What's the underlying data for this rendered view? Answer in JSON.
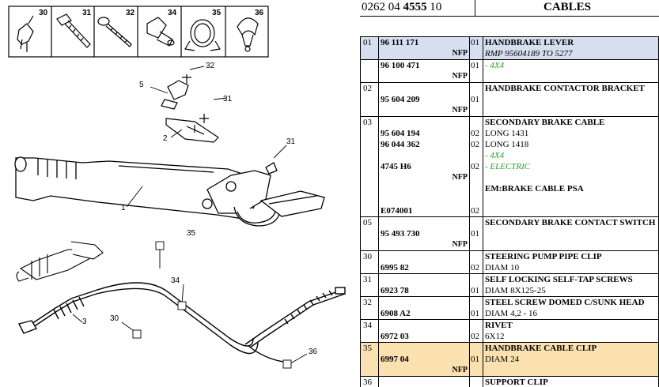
{
  "header": {
    "ref_prefix": "0262 04 ",
    "ref_bold": "4555",
    "ref_suffix": " 10",
    "title": "CABLES"
  },
  "diagram": {
    "icon_labels": [
      "30",
      "31",
      "32",
      "34",
      "35",
      "36"
    ],
    "callouts": {
      "c1": "1",
      "c2": "2",
      "c3": "3",
      "c5": "5",
      "c30": "30",
      "c31a": "31",
      "c31b": "31",
      "c32": "32",
      "c34": "34",
      "c35": "35",
      "c36": "36"
    }
  },
  "rows": [
    {
      "group": "01",
      "lines": [
        {
          "pn": "96 111 171",
          "q": "01",
          "d": "HANDBRAKE LEVER",
          "s": "b"
        },
        {
          "nfp": "NFP",
          "d": "RMP 95604189 TO 5277",
          "s": "i"
        }
      ]
    },
    {
      "group": "",
      "lines": [
        {
          "pn": "96 100 471",
          "q": "01",
          "d": "- 4X4",
          "s": "g"
        },
        {
          "nfp": "NFP"
        }
      ]
    },
    {
      "group": "02",
      "lines": [
        {
          "d": "HANDBRAKE CONTACTOR BRACKET",
          "s": "b"
        },
        {
          "pn": "95 604 209",
          "q": "01"
        },
        {
          "nfp": "NFP"
        }
      ]
    },
    {
      "group": "03",
      "lines": [
        {
          "d": "SECONDARY BRAKE CABLE",
          "s": "b"
        },
        {
          "pn": "95 604 194",
          "q": "02",
          "d": "LONG 1431"
        },
        {
          "pn": "96 044 362",
          "q": "02",
          "d": "LONG 1418"
        },
        {
          "d": "- 4X4",
          "s": "g"
        },
        {
          "pn": "4745 H6",
          "q": "02",
          "d": "- ELECTRIC",
          "s": "g"
        },
        {
          "nfp": "NFP"
        },
        {
          "d": "EM:BRAKE CABLE PSA",
          "s": "b"
        },
        {},
        {
          "pn": "E074001",
          "q": "02"
        }
      ]
    },
    {
      "group": "05",
      "lines": [
        {
          "d": "SECONDARY BRAKE CONTACT SWITCH",
          "s": "b"
        },
        {
          "pn": "95 493 730",
          "q": "01"
        },
        {
          "nfp": "NFP"
        }
      ]
    },
    {
      "group": "30",
      "lines": [
        {
          "d": "STEERING PUMP PIPE CLIP",
          "s": "b"
        },
        {
          "pn": "6995 82",
          "q": "02",
          "d": "DIAM 10"
        }
      ]
    },
    {
      "group": "31",
      "lines": [
        {
          "d": "SELF LOCKING SELF-TAP SCREWS",
          "s": "b"
        },
        {
          "pn": "6923 78",
          "q": "01",
          "d": "DIAM 8X125-25"
        }
      ]
    },
    {
      "group": "32",
      "lines": [
        {
          "d": "STEEL SCREW DOMED C/SUNK HEAD",
          "s": "b"
        },
        {
          "pn": "6908 A2",
          "q": "01",
          "d": "DIAM 4,2 - 16"
        }
      ]
    },
    {
      "group": "34",
      "lines": [
        {
          "d": "RIVET",
          "s": "b"
        },
        {
          "pn": "6972 03",
          "q": "02",
          "d": "6X12"
        }
      ]
    },
    {
      "group": "35",
      "lines": [
        {
          "d": "HANDBRAKE CABLE CLIP",
          "s": "b"
        },
        {
          "pn": "6997 04",
          "q": "01",
          "d": "DIAM 24"
        },
        {
          "nfp": "NFP"
        }
      ]
    },
    {
      "group": "36",
      "lines": [
        {
          "d": "SUPPORT CLIP",
          "s": "b"
        }
      ]
    }
  ],
  "highlight": {
    "blue_row": 0,
    "orange_row": 9,
    "blue": "#d6def0",
    "orange": "#fbe0b0",
    "green": "#2aa02a"
  }
}
